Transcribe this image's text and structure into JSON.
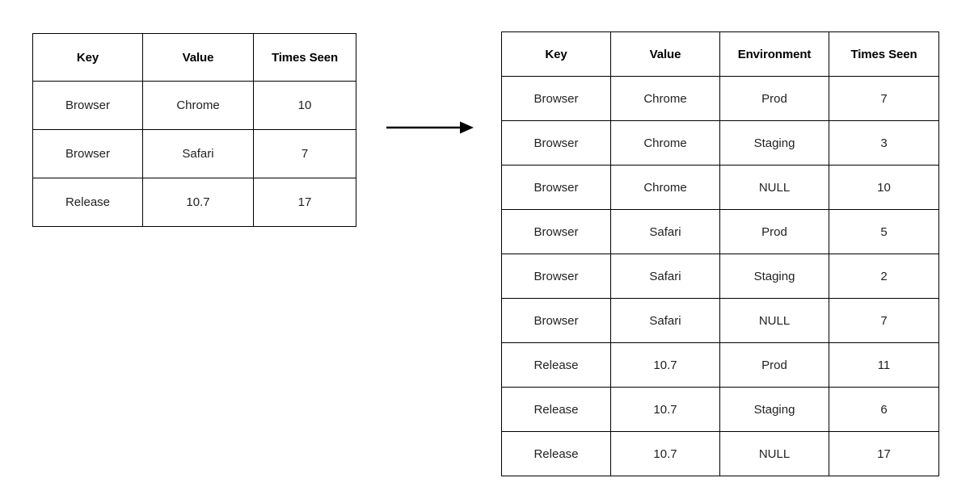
{
  "diagram": {
    "arrow": {
      "name": "transform-arrow",
      "direction": "right",
      "color": "#000000"
    },
    "colors": {
      "background": "#ffffff",
      "border": "#000000",
      "header_text": "#000000",
      "body_text": "#222222",
      "null_text": "#e9e9e9"
    }
  },
  "source_table": {
    "columns": [
      "Key",
      "Value",
      "Times Seen"
    ],
    "rows": [
      {
        "key": "Browser",
        "value": "Chrome",
        "times_seen": "10"
      },
      {
        "key": "Browser",
        "value": "Safari",
        "times_seen": "7"
      },
      {
        "key": "Release",
        "value": "10.7",
        "times_seen": "17"
      }
    ]
  },
  "expanded_table": {
    "columns": [
      "Key",
      "Value",
      "Environment",
      "Times Seen"
    ],
    "rows": [
      {
        "key": "Browser",
        "value": "Chrome",
        "environment": "Prod",
        "is_null": false,
        "times_seen": "7"
      },
      {
        "key": "Browser",
        "value": "Chrome",
        "environment": "Staging",
        "is_null": false,
        "times_seen": "3"
      },
      {
        "key": "Browser",
        "value": "Chrome",
        "environment": "NULL",
        "is_null": true,
        "times_seen": "10"
      },
      {
        "key": "Browser",
        "value": "Safari",
        "environment": "Prod",
        "is_null": false,
        "times_seen": "5"
      },
      {
        "key": "Browser",
        "value": "Safari",
        "environment": "Staging",
        "is_null": false,
        "times_seen": "2"
      },
      {
        "key": "Browser",
        "value": "Safari",
        "environment": "NULL",
        "is_null": true,
        "times_seen": "7"
      },
      {
        "key": "Release",
        "value": "10.7",
        "environment": "Prod",
        "is_null": false,
        "times_seen": "11"
      },
      {
        "key": "Release",
        "value": "10.7",
        "environment": "Staging",
        "is_null": false,
        "times_seen": "6"
      },
      {
        "key": "Release",
        "value": "10.7",
        "environment": "NULL",
        "is_null": true,
        "times_seen": "17"
      }
    ]
  }
}
